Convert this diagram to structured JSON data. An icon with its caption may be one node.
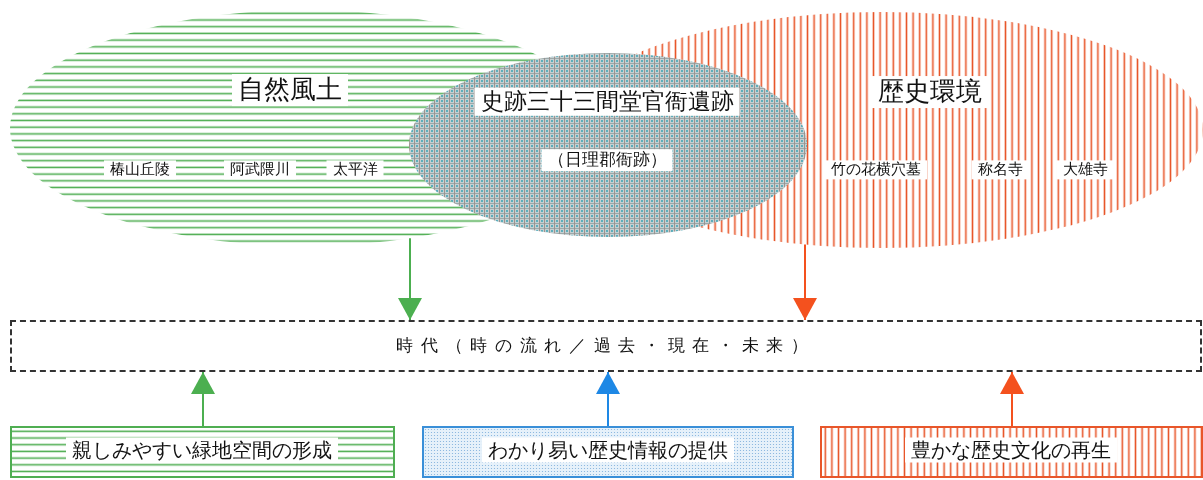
{
  "diagram": {
    "nodes": [
      {
        "text": [
          "自然風土",
          "椿山丘陵",
          "阿武隈川",
          "太平洋"
        ]
      },
      {
        "text": [
          "歴史環境",
          "竹の花横穴墓",
          "称名寺",
          "大雄寺"
        ]
      },
      {
        "text": [
          "史跡三十三間堂官衙遺跡",
          "（日理郡衙跡）"
        ]
      },
      {
        "text": [
          "時代（時の流れ／過去・現在・未来）"
        ]
      },
      {
        "text": [
          "親しみやすい緑地空間の形成"
        ]
      },
      {
        "text": [
          "わかり易い歴史情報の提供"
        ]
      },
      {
        "text": [
          "豊かな歴史文化の再生"
        ]
      }
    ],
    "edges": [
      {
        "from": 0,
        "to": 3,
        "arrow": "to",
        "color": "#4caf50"
      },
      {
        "from": 1,
        "to": 3,
        "arrow": "to",
        "color": "#f4511e"
      },
      {
        "from": 4,
        "to": 3,
        "arrow": "to",
        "color": "#4caf50"
      },
      {
        "from": 5,
        "to": 3,
        "arrow": "to",
        "color": "#1e88e5"
      },
      {
        "from": 6,
        "to": 3,
        "arrow": "to",
        "color": "#f4511e"
      }
    ]
  }
}
